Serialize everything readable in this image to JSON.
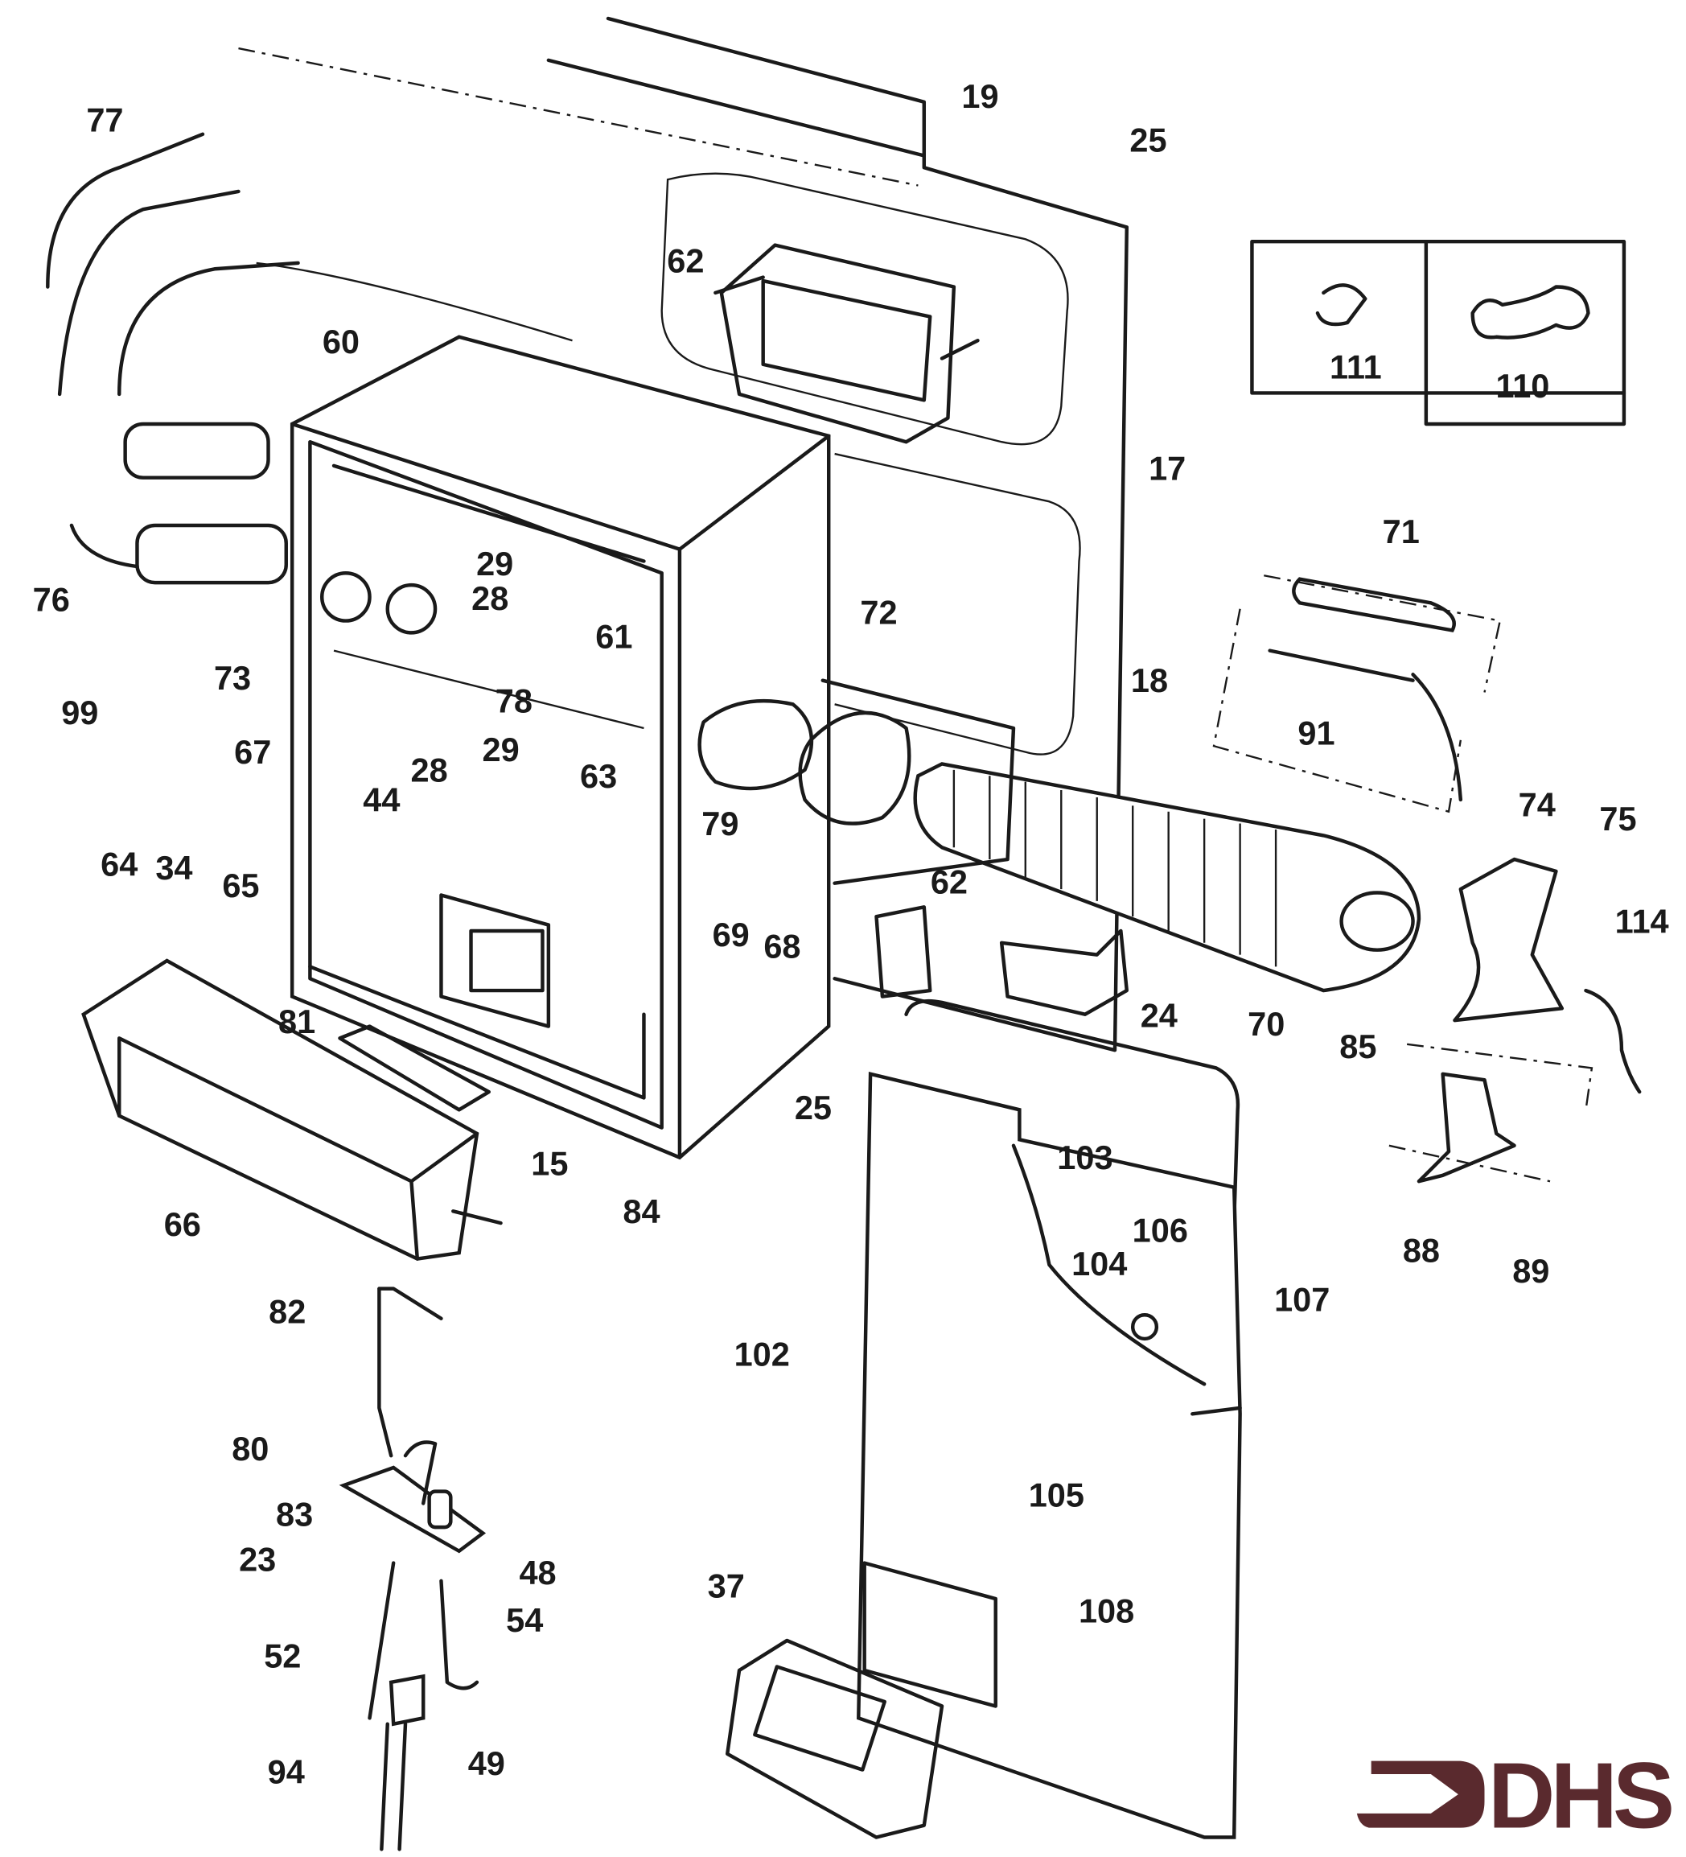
{
  "diagram": {
    "labels": [
      "77",
      "19",
      "25",
      "62",
      "111",
      "110",
      "60",
      "17",
      "71",
      "29",
      "28",
      "76",
      "73",
      "72",
      "61",
      "18",
      "78",
      "99",
      "91",
      "67",
      "29",
      "28",
      "63",
      "44",
      "74",
      "75",
      "79",
      "64",
      "34",
      "65",
      "62",
      "114",
      "69",
      "68",
      "24",
      "70",
      "85",
      "81",
      "25",
      "15",
      "103",
      "84",
      "66",
      "106",
      "88",
      "89",
      "104",
      "107",
      "82",
      "102",
      "80",
      "105",
      "83",
      "23",
      "48",
      "37",
      "108",
      "54",
      "52",
      "94",
      "49"
    ],
    "logo": {
      "text": "DHS",
      "color": "#5a2a2e"
    }
  }
}
